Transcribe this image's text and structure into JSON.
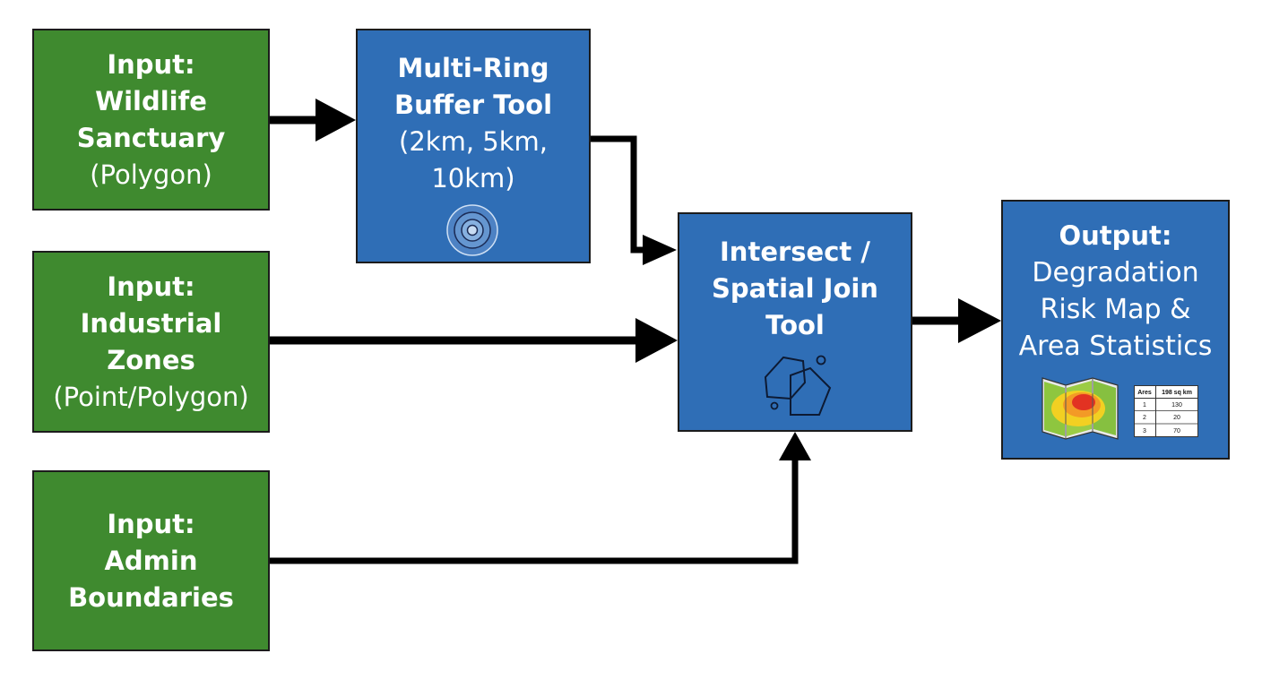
{
  "nodes": {
    "sanctuary": {
      "lines": [
        "Input:",
        "Wildlife",
        "Sanctuary"
      ],
      "sub": "(Polygon)"
    },
    "industrial": {
      "lines": [
        "Input:",
        "Industrial",
        "Zones"
      ],
      "sub": "(Point/Polygon)"
    },
    "admin": {
      "lines": [
        "Input:",
        "Admin",
        "Boundaries"
      ]
    },
    "buffer": {
      "lines": [
        "Multi-Ring",
        "Buffer Tool"
      ],
      "sub": [
        "(2km, 5km,",
        "10km)"
      ]
    },
    "intersect": {
      "lines": [
        "Intersect /",
        "Spatial Join",
        "Tool"
      ]
    },
    "output": {
      "title": "Output:",
      "lines": [
        "Degradation",
        "Risk Map &",
        "Area Statistics"
      ]
    }
  },
  "stats_table": {
    "headers": [
      "Ares",
      "198 sq km"
    ],
    "rows": [
      [
        "1",
        "130"
      ],
      [
        "2",
        "20"
      ],
      [
        "3",
        "70"
      ]
    ]
  },
  "colors": {
    "input_fill": "#3f8a2f",
    "tool_fill": "#2f6eb6",
    "border": "#1c1c1c",
    "arrow": "#000000",
    "text": "#ffffff"
  },
  "icons": [
    "concentric-rings-icon",
    "overlapping-polygons-icon",
    "heat-map-icon",
    "statistics-table-icon"
  ]
}
